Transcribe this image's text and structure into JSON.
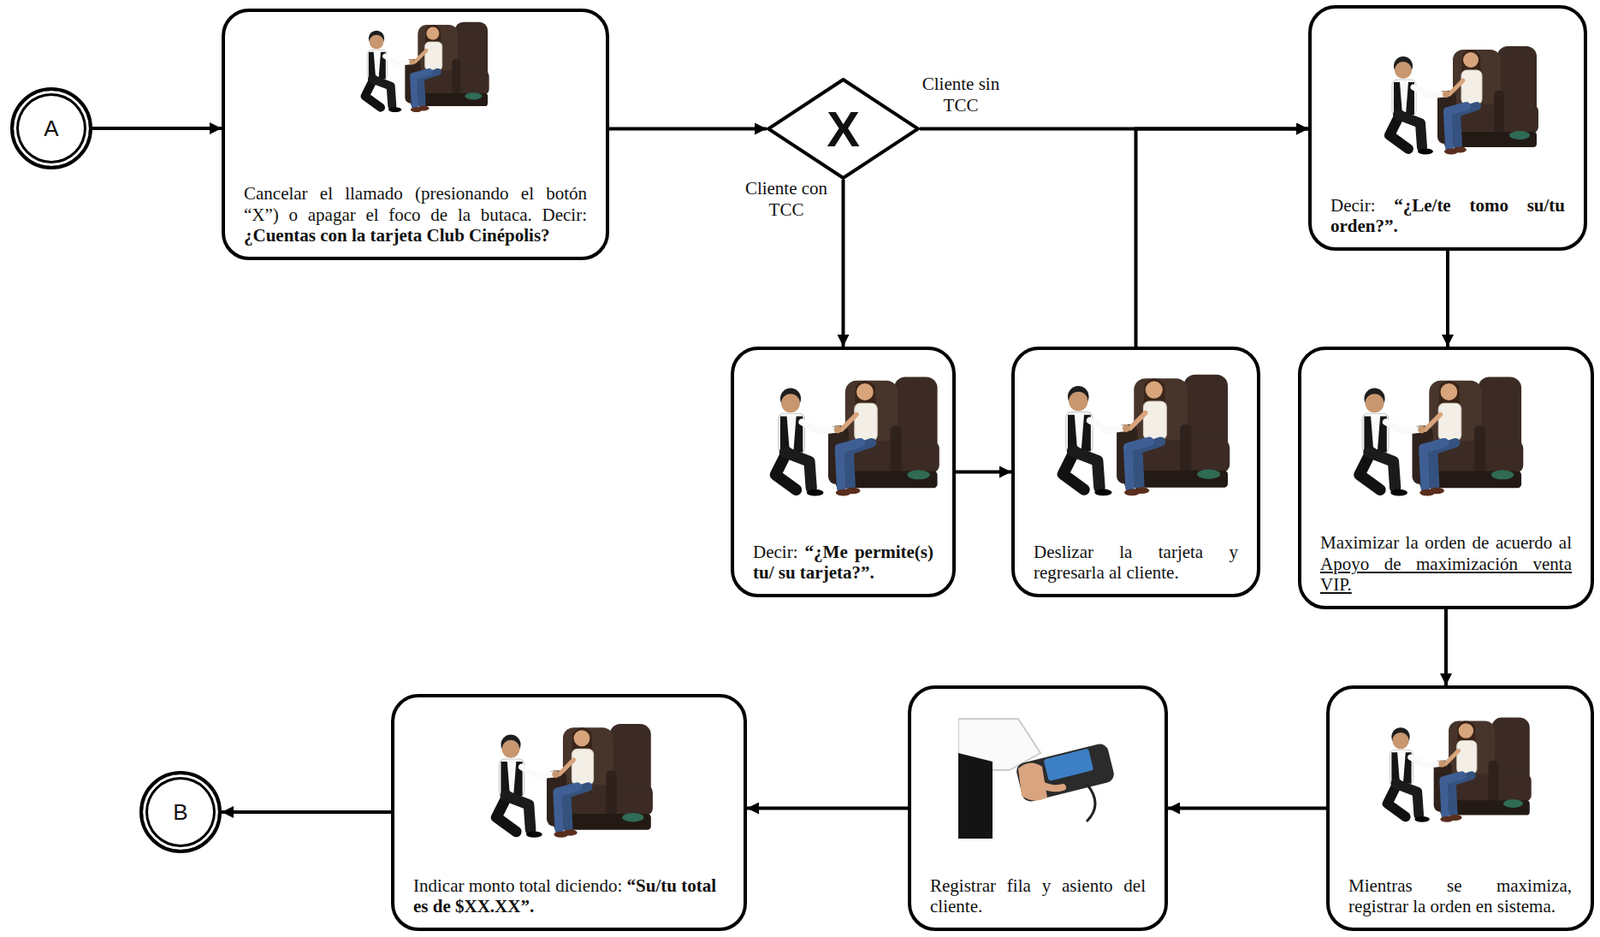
{
  "diagram": {
    "nodes": [
      {
        "text": [
          "A"
        ]
      },
      {
        "text": [
          "Cancelar el llamado (presionando el botón “X”) o apagar el foco de la butaca. Decir:",
          "¿Cuentas con la tarjeta Club Cinépolis?"
        ]
      },
      {
        "text": [
          "X"
        ]
      },
      {
        "text": [
          "Decir:",
          "“¿Le/te tomo su/tu orden?”."
        ]
      },
      {
        "text": [
          "Decir:",
          "“¿Me permite(s) tu/ su tarjeta?”."
        ]
      },
      {
        "text": [
          "Deslizar la tarjeta y regresarla al cliente."
        ]
      },
      {
        "text": [
          "Maximizar la orden de acuerdo al",
          "Apoyo de maximización venta VIP."
        ]
      },
      {
        "text": [
          "Mientras se maximiza, registrar la orden en sistema."
        ]
      },
      {
        "text": [
          "Registrar fila y asiento del cliente."
        ]
      },
      {
        "text": [
          "Indicar monto total diciendo:",
          "“Su/tu total es de $XX.XX”."
        ]
      },
      {
        "text": [
          "B"
        ]
      }
    ],
    "edges": [
      {
        "from": 0,
        "to": 1,
        "arrow": "to"
      },
      {
        "from": 1,
        "to": 2,
        "arrow": "to"
      },
      {
        "from": 2,
        "to": 3,
        "label": "Cliente sin TCC",
        "arrow": "to"
      },
      {
        "from": 2,
        "to": 4,
        "label": "Cliente con TCC",
        "arrow": "to"
      },
      {
        "from": 4,
        "to": 5,
        "arrow": "to"
      },
      {
        "from": 5,
        "to": 3,
        "arrow": "to"
      },
      {
        "from": 3,
        "to": 6,
        "arrow": "to"
      },
      {
        "from": 6,
        "to": 7,
        "arrow": "to"
      },
      {
        "from": 7,
        "to": 8,
        "arrow": "to"
      },
      {
        "from": 8,
        "to": 9,
        "arrow": "to"
      },
      {
        "from": 9,
        "to": 10,
        "arrow": "to"
      }
    ]
  }
}
